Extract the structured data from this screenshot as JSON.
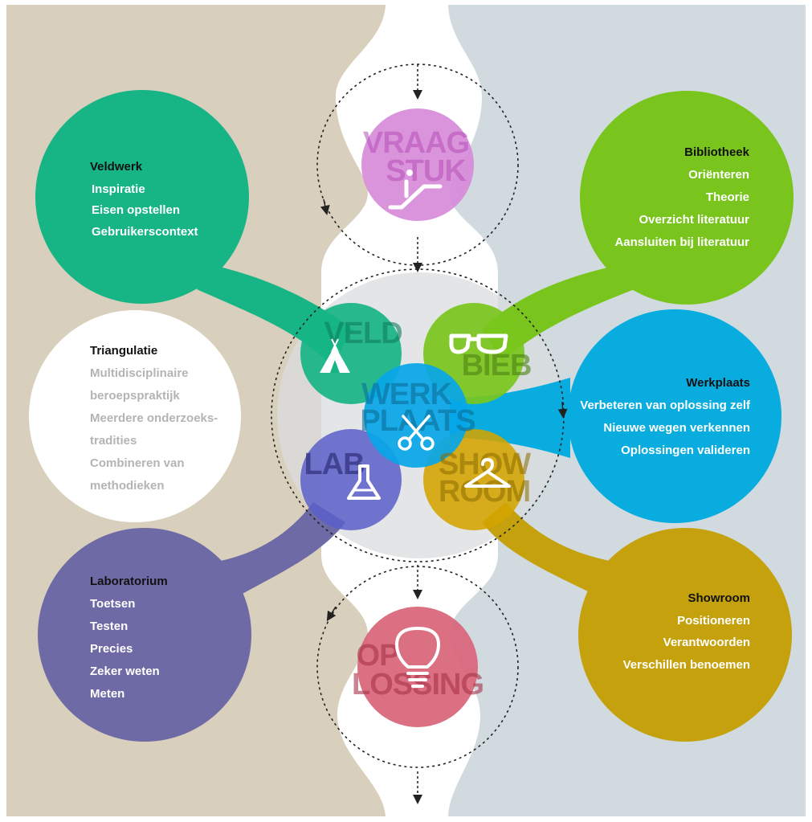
{
  "colors": {
    "bg_left": "#d9cfbd",
    "bg_right": "#d0dadf",
    "channel": "#ffffff",
    "veldwerk": "#17b585",
    "bibliotheek": "#79c51d",
    "werkplaats": "#09acdf",
    "laboratorium": "#6e6aa5",
    "showroom": "#c5a20d",
    "triangulatie": "#ffffff",
    "vraagstuk": "#d78bd9",
    "oplossing": "#d96478",
    "heading_text": "#111111",
    "item_text": "#ffffff",
    "grey_text": "#b4b4b4"
  },
  "modules": {
    "vraagstuk": {
      "line1": "VRAAG",
      "line2": "STUK",
      "icon": "escalator-icon"
    },
    "veld": {
      "label": "VELD",
      "icon": "tent-icon"
    },
    "bieb": {
      "label": "BIEB",
      "icon": "glasses-icon"
    },
    "werkplaats": {
      "line1": "WERK",
      "line2": "PLAATS",
      "icon": "scissors-icon"
    },
    "lab": {
      "label": "LAB",
      "icon": "flask-icon"
    },
    "showroom": {
      "line1": "SHOW",
      "line2": "ROOM",
      "icon": "hanger-icon"
    },
    "oplossing": {
      "line1": "OP",
      "line2": "LOSSING",
      "icon": "lightbulb-icon"
    }
  },
  "bubbles": {
    "veldwerk": {
      "title": "Veldwerk",
      "items": [
        "Inspiratie",
        "Eisen opstellen",
        "Gebruikerscontext"
      ]
    },
    "bibliotheek": {
      "title": "Bibliotheek",
      "items": [
        "Oriënteren",
        "Theorie",
        "Overzicht literatuur",
        "Aansluiten bij literatuur"
      ]
    },
    "triangulatie": {
      "title": "Triangulatie",
      "items": [
        "Multidisciplinaire",
        "beroepspraktijk",
        "Meerdere onderzoeks-",
        "tradities",
        "Combineren van",
        "methodieken"
      ]
    },
    "werkplaats": {
      "title": "Werkplaats",
      "items": [
        "Verbeteren van oplossing zelf",
        "Nieuwe wegen verkennen",
        "Oplossingen valideren"
      ]
    },
    "laboratorium": {
      "title": "Laboratorium",
      "items": [
        "Toetsen",
        "Testen",
        "Precies",
        "Zeker weten",
        "Meten"
      ]
    },
    "showroom": {
      "title": "Showroom",
      "items": [
        "Positioneren",
        "Verantwoorden",
        "Verschillen benoemen"
      ]
    }
  }
}
